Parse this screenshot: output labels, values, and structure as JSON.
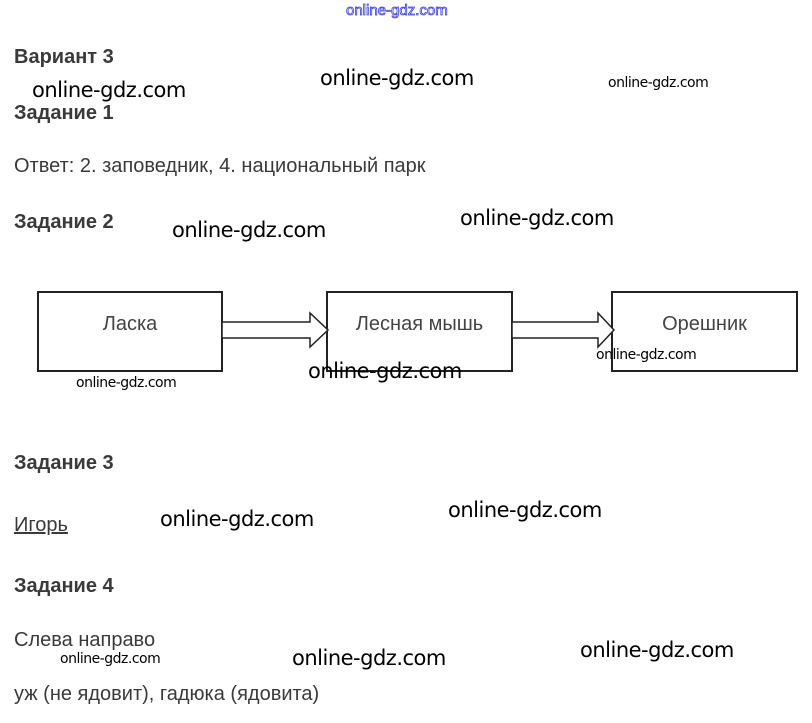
{
  "header_watermark": "online-gdz.com",
  "title": "Вариант 3",
  "task1": {
    "heading": "Задание 1",
    "answer": "Ответ: 2. заповедник, 4. национальный парк"
  },
  "task2": {
    "heading": "Задание 2",
    "chain": [
      "Ласка",
      "Лесная мышь",
      "Орешник"
    ]
  },
  "task3": {
    "heading": "Задание 3",
    "answer": "Игорь"
  },
  "task4": {
    "heading": "Задание 4",
    "line1": "Слева направо",
    "line2": "уж (не ядовит), гадюка (ядовита)"
  },
  "watermark": "online-gdz.com"
}
